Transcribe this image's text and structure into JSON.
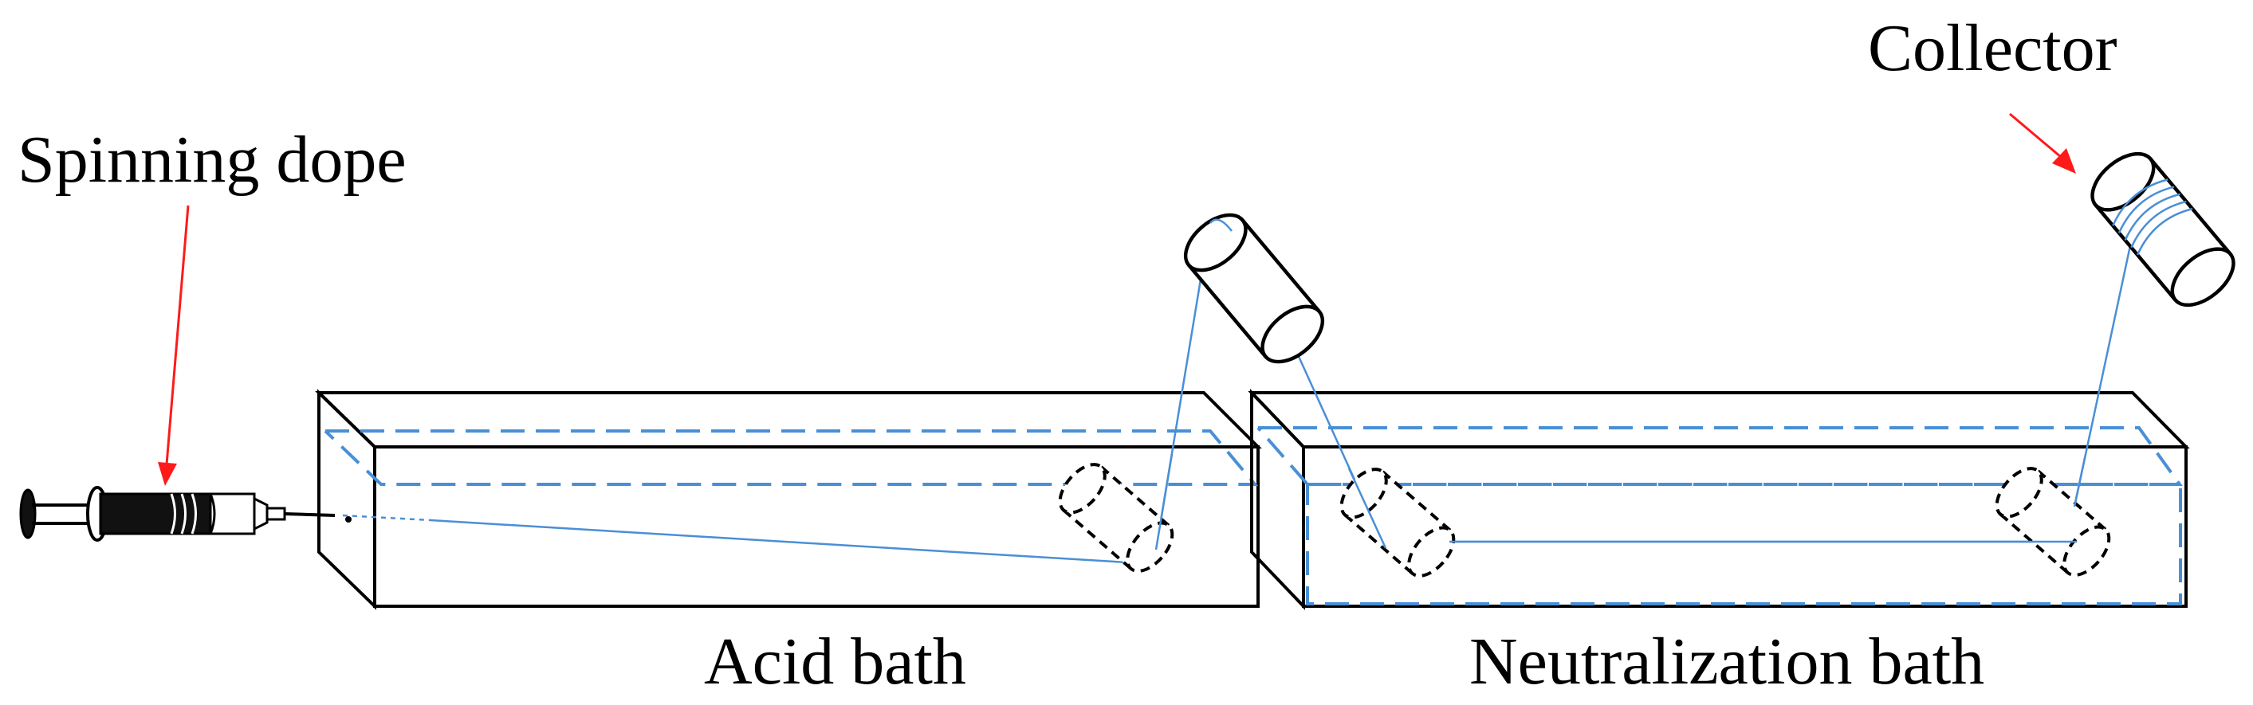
{
  "labels": {
    "spinning_dope": "Spinning dope",
    "collector": "Collector",
    "acid_bath": "Acid bath",
    "neutralization_bath": "Neutralization bath"
  },
  "colors": {
    "water_line": "#4a8fd6",
    "fiber": "#4a8fd6",
    "pointer_arrow": "#ff1a1a",
    "outline": "#000000",
    "background": "#ffffff"
  },
  "icons": {
    "syringe": "syringe-icon",
    "guide_roller": "roller-icon",
    "collector_drum": "drum-icon"
  }
}
